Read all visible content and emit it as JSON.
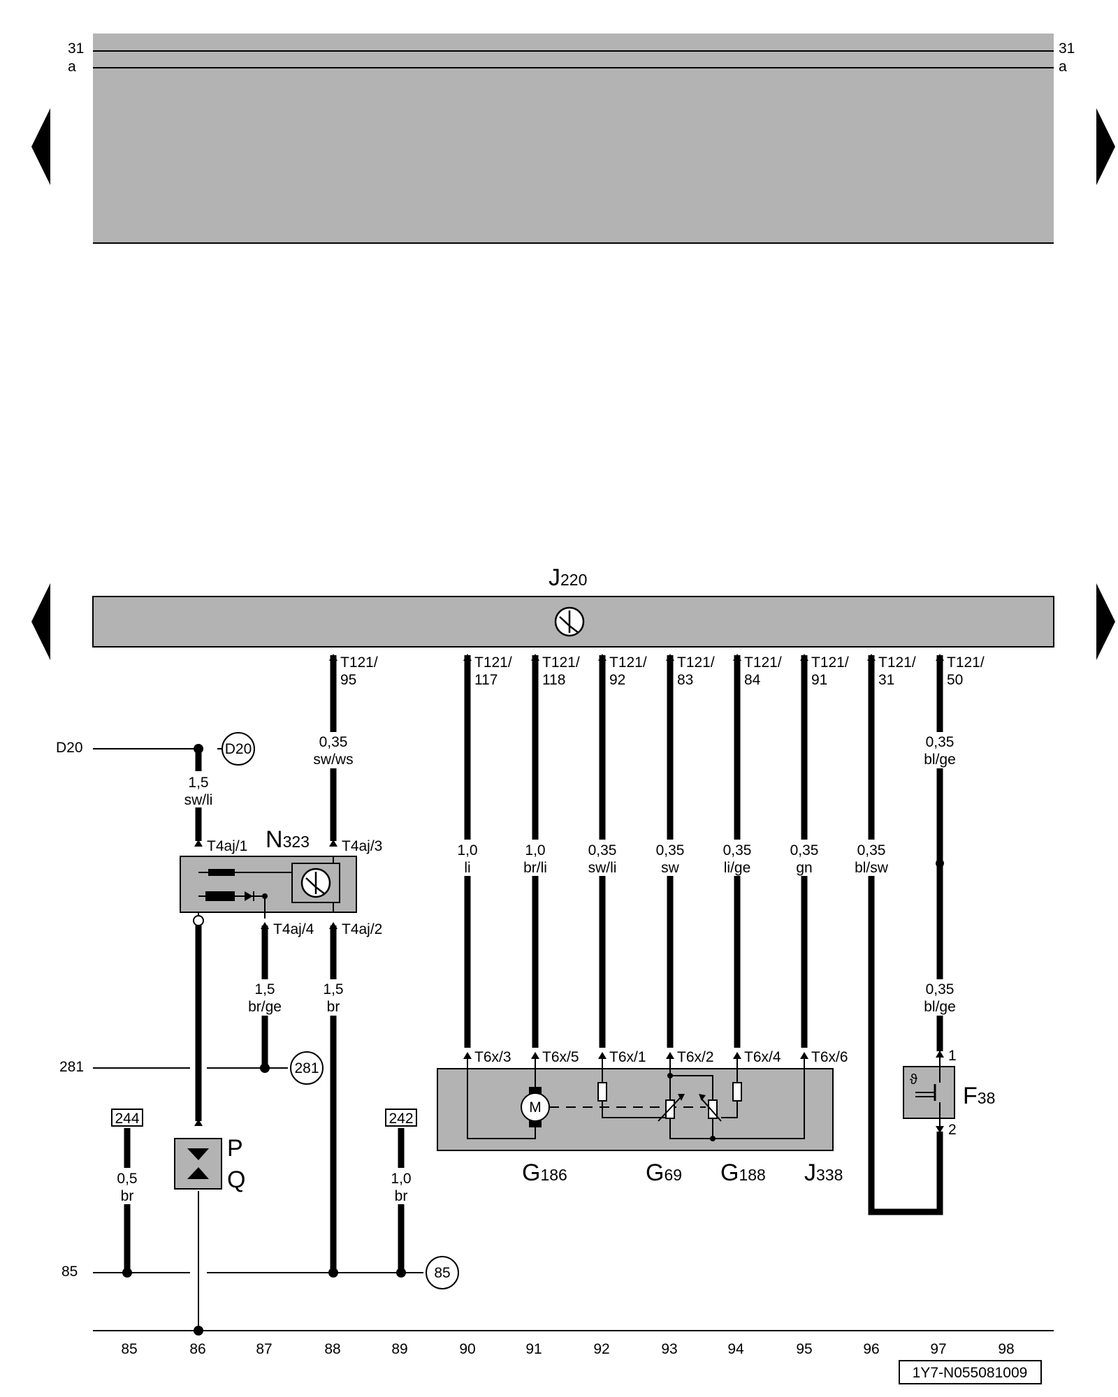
{
  "rails": {
    "top_left_31": "31",
    "top_left_a": "a",
    "top_right_31": "31",
    "top_right_a": "a",
    "left_d20": "D20",
    "left_281": "281",
    "left_85": "85"
  },
  "control_unit": {
    "main": "J",
    "sub": "220"
  },
  "pins": [
    {
      "line1": "T121/",
      "line2": "95"
    },
    {
      "line1": "T121/",
      "line2": "117"
    },
    {
      "line1": "T121/",
      "line2": "118"
    },
    {
      "line1": "T121/",
      "line2": "92"
    },
    {
      "line1": "T121/",
      "line2": "83"
    },
    {
      "line1": "T121/",
      "line2": "84"
    },
    {
      "line1": "T121/",
      "line2": "91"
    },
    {
      "line1": "T121/",
      "line2": "31"
    },
    {
      "line1": "T121/",
      "line2": "50"
    }
  ],
  "wires": {
    "d20_feed": {
      "size": "1,5",
      "color": "sw/li"
    },
    "w88_top": {
      "size": "0,35",
      "color": "sw/ws"
    },
    "w90": {
      "size": "1,0",
      "color": "li"
    },
    "w91": {
      "size": "1,0",
      "color": "br/li"
    },
    "w92": {
      "size": "0,35",
      "color": "sw/li"
    },
    "w93": {
      "size": "0,35",
      "color": "sw"
    },
    "w94": {
      "size": "0,35",
      "color": "li/ge"
    },
    "w95": {
      "size": "0,35",
      "color": "gn"
    },
    "w96": {
      "size": "0,35",
      "color": "bl/sw"
    },
    "w97_top": {
      "size": "0,35",
      "color": "bl/ge"
    },
    "w97_bot": {
      "size": "0,35",
      "color": "bl/ge"
    },
    "w87": {
      "size": "1,5",
      "color": "br/ge"
    },
    "w88_bot": {
      "size": "1,5",
      "color": "br"
    },
    "w85": {
      "size": "0,5",
      "color": "br"
    },
    "w89": {
      "size": "1,0",
      "color": "br"
    }
  },
  "connectors": {
    "t4aj1": "T4aj/1",
    "t4aj3": "T4aj/3",
    "t4aj4": "T4aj/4",
    "t4aj2": "T4aj/2",
    "t6x3": "T6x/3",
    "t6x5": "T6x/5",
    "t6x1": "T6x/1",
    "t6x2": "T6x/2",
    "t6x4": "T6x/4",
    "t6x6": "T6x/6",
    "f38_pin1": "1",
    "f38_pin2": "2"
  },
  "refs": {
    "circle_d20": "D20",
    "circle_281": "281",
    "circle_85": "85",
    "box_244": "244",
    "box_242": "242"
  },
  "components": {
    "n323": {
      "main": "N",
      "sub": "323"
    },
    "g186": {
      "main": "G",
      "sub": "186"
    },
    "g69": {
      "main": "G",
      "sub": "69"
    },
    "g188": {
      "main": "G",
      "sub": "188"
    },
    "j338": {
      "main": "J",
      "sub": "338"
    },
    "f38": {
      "main": "F",
      "sub": "38"
    },
    "p_label": "P",
    "q_label": "Q",
    "motor_label": "M"
  },
  "columns": [
    "85",
    "86",
    "87",
    "88",
    "89",
    "90",
    "91",
    "92",
    "93",
    "94",
    "95",
    "96",
    "97",
    "98"
  ],
  "doc_id": "1Y7-N055081009",
  "colors": {
    "panel": "#b3b3b3",
    "ink": "#000000",
    "paper": "#ffffff"
  }
}
